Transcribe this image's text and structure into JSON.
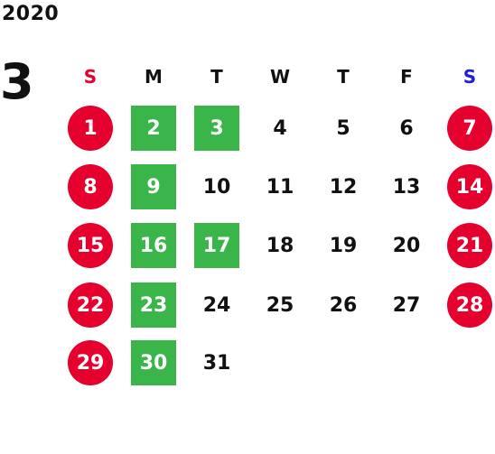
{
  "year": "2020",
  "month": "3",
  "colors": {
    "holiday_red": "#e5002d",
    "saturday_blue": "#1f1fd8",
    "highlight_green": "#3ab54a",
    "text": "#111111",
    "on_color": "#ffffff"
  },
  "weekdays": [
    {
      "label": "S",
      "name": "sunday"
    },
    {
      "label": "M",
      "name": "monday"
    },
    {
      "label": "T",
      "name": "tuesday"
    },
    {
      "label": "W",
      "name": "wednesday"
    },
    {
      "label": "T",
      "name": "thursday"
    },
    {
      "label": "F",
      "name": "friday"
    },
    {
      "label": "S",
      "name": "saturday"
    }
  ],
  "weeks": [
    [
      {
        "day": "1",
        "style": "red-circle"
      },
      {
        "day": "2",
        "style": "green-square"
      },
      {
        "day": "3",
        "style": "green-square"
      },
      {
        "day": "4",
        "style": "plain"
      },
      {
        "day": "5",
        "style": "plain"
      },
      {
        "day": "6",
        "style": "plain"
      },
      {
        "day": "7",
        "style": "red-circle"
      }
    ],
    [
      {
        "day": "8",
        "style": "red-circle"
      },
      {
        "day": "9",
        "style": "green-square"
      },
      {
        "day": "10",
        "style": "plain"
      },
      {
        "day": "11",
        "style": "plain"
      },
      {
        "day": "12",
        "style": "plain"
      },
      {
        "day": "13",
        "style": "plain"
      },
      {
        "day": "14",
        "style": "red-circle"
      }
    ],
    [
      {
        "day": "15",
        "style": "red-circle"
      },
      {
        "day": "16",
        "style": "green-square"
      },
      {
        "day": "17",
        "style": "green-square"
      },
      {
        "day": "18",
        "style": "plain"
      },
      {
        "day": "19",
        "style": "plain"
      },
      {
        "day": "20",
        "style": "plain"
      },
      {
        "day": "21",
        "style": "red-circle"
      }
    ],
    [
      {
        "day": "22",
        "style": "red-circle"
      },
      {
        "day": "23",
        "style": "green-square"
      },
      {
        "day": "24",
        "style": "plain"
      },
      {
        "day": "25",
        "style": "plain"
      },
      {
        "day": "26",
        "style": "plain"
      },
      {
        "day": "27",
        "style": "plain"
      },
      {
        "day": "28",
        "style": "red-circle"
      }
    ],
    [
      {
        "day": "29",
        "style": "red-circle"
      },
      {
        "day": "30",
        "style": "green-square"
      },
      {
        "day": "31",
        "style": "plain"
      }
    ]
  ]
}
